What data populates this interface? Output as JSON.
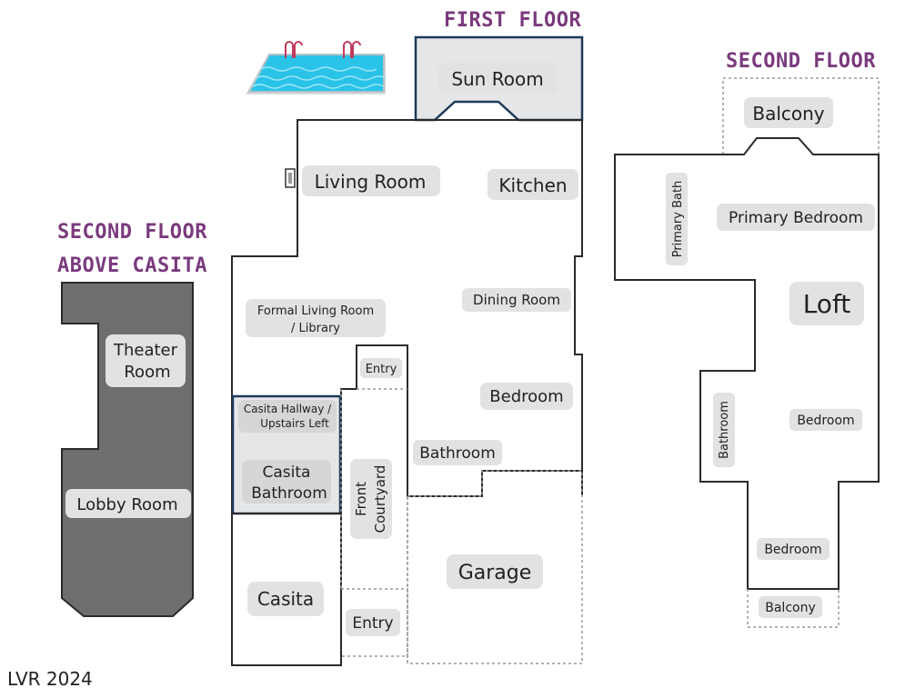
{
  "headings": {
    "first_floor": "FIRST FLOOR",
    "second_floor": "SECOND FLOOR",
    "second_floor_above_casita_1": "SECOND FLOOR",
    "second_floor_above_casita_2": "ABOVE CASITA"
  },
  "first_floor": {
    "sun_room": "Sun Room",
    "living_room": "Living Room",
    "kitchen": "Kitchen",
    "formal_living_1": "Formal Living Room",
    "formal_living_2": "/ Library",
    "dining_room": "Dining Room",
    "entry_top": "Entry",
    "bedroom": "Bedroom",
    "casita_hallway_1": "Casita Hallway /",
    "casita_hallway_2": "Upstairs Left",
    "bathroom": "Bathroom",
    "casita_bathroom_1": "Casita",
    "casita_bathroom_2": "Bathroom",
    "front_courtyard_1": "Front",
    "front_courtyard_2": "Courtyard",
    "garage": "Garage",
    "casita": "Casita",
    "entry_bottom": "Entry"
  },
  "second_floor": {
    "balcony_top": "Balcony",
    "primary_bath": "Primary Bath",
    "primary_bedroom": "Primary Bedroom",
    "loft": "Loft",
    "bathroom": "Bathroom",
    "bedroom_mid": "Bedroom",
    "bedroom_low": "Bedroom",
    "balcony_bottom": "Balcony"
  },
  "above_casita": {
    "theater_1": "Theater",
    "theater_2": "Room",
    "lobby": "Lobby Room"
  },
  "watermark": "LVR 2024",
  "colors": {
    "heading": "#7a3a7d",
    "pool_water": "#29c3e8",
    "casita_fill": "#6e6e6e",
    "highlight_fill": "#e4e6e8",
    "highlight_stroke": "#1f3a5a",
    "label_pill": "#e2e2e2"
  }
}
